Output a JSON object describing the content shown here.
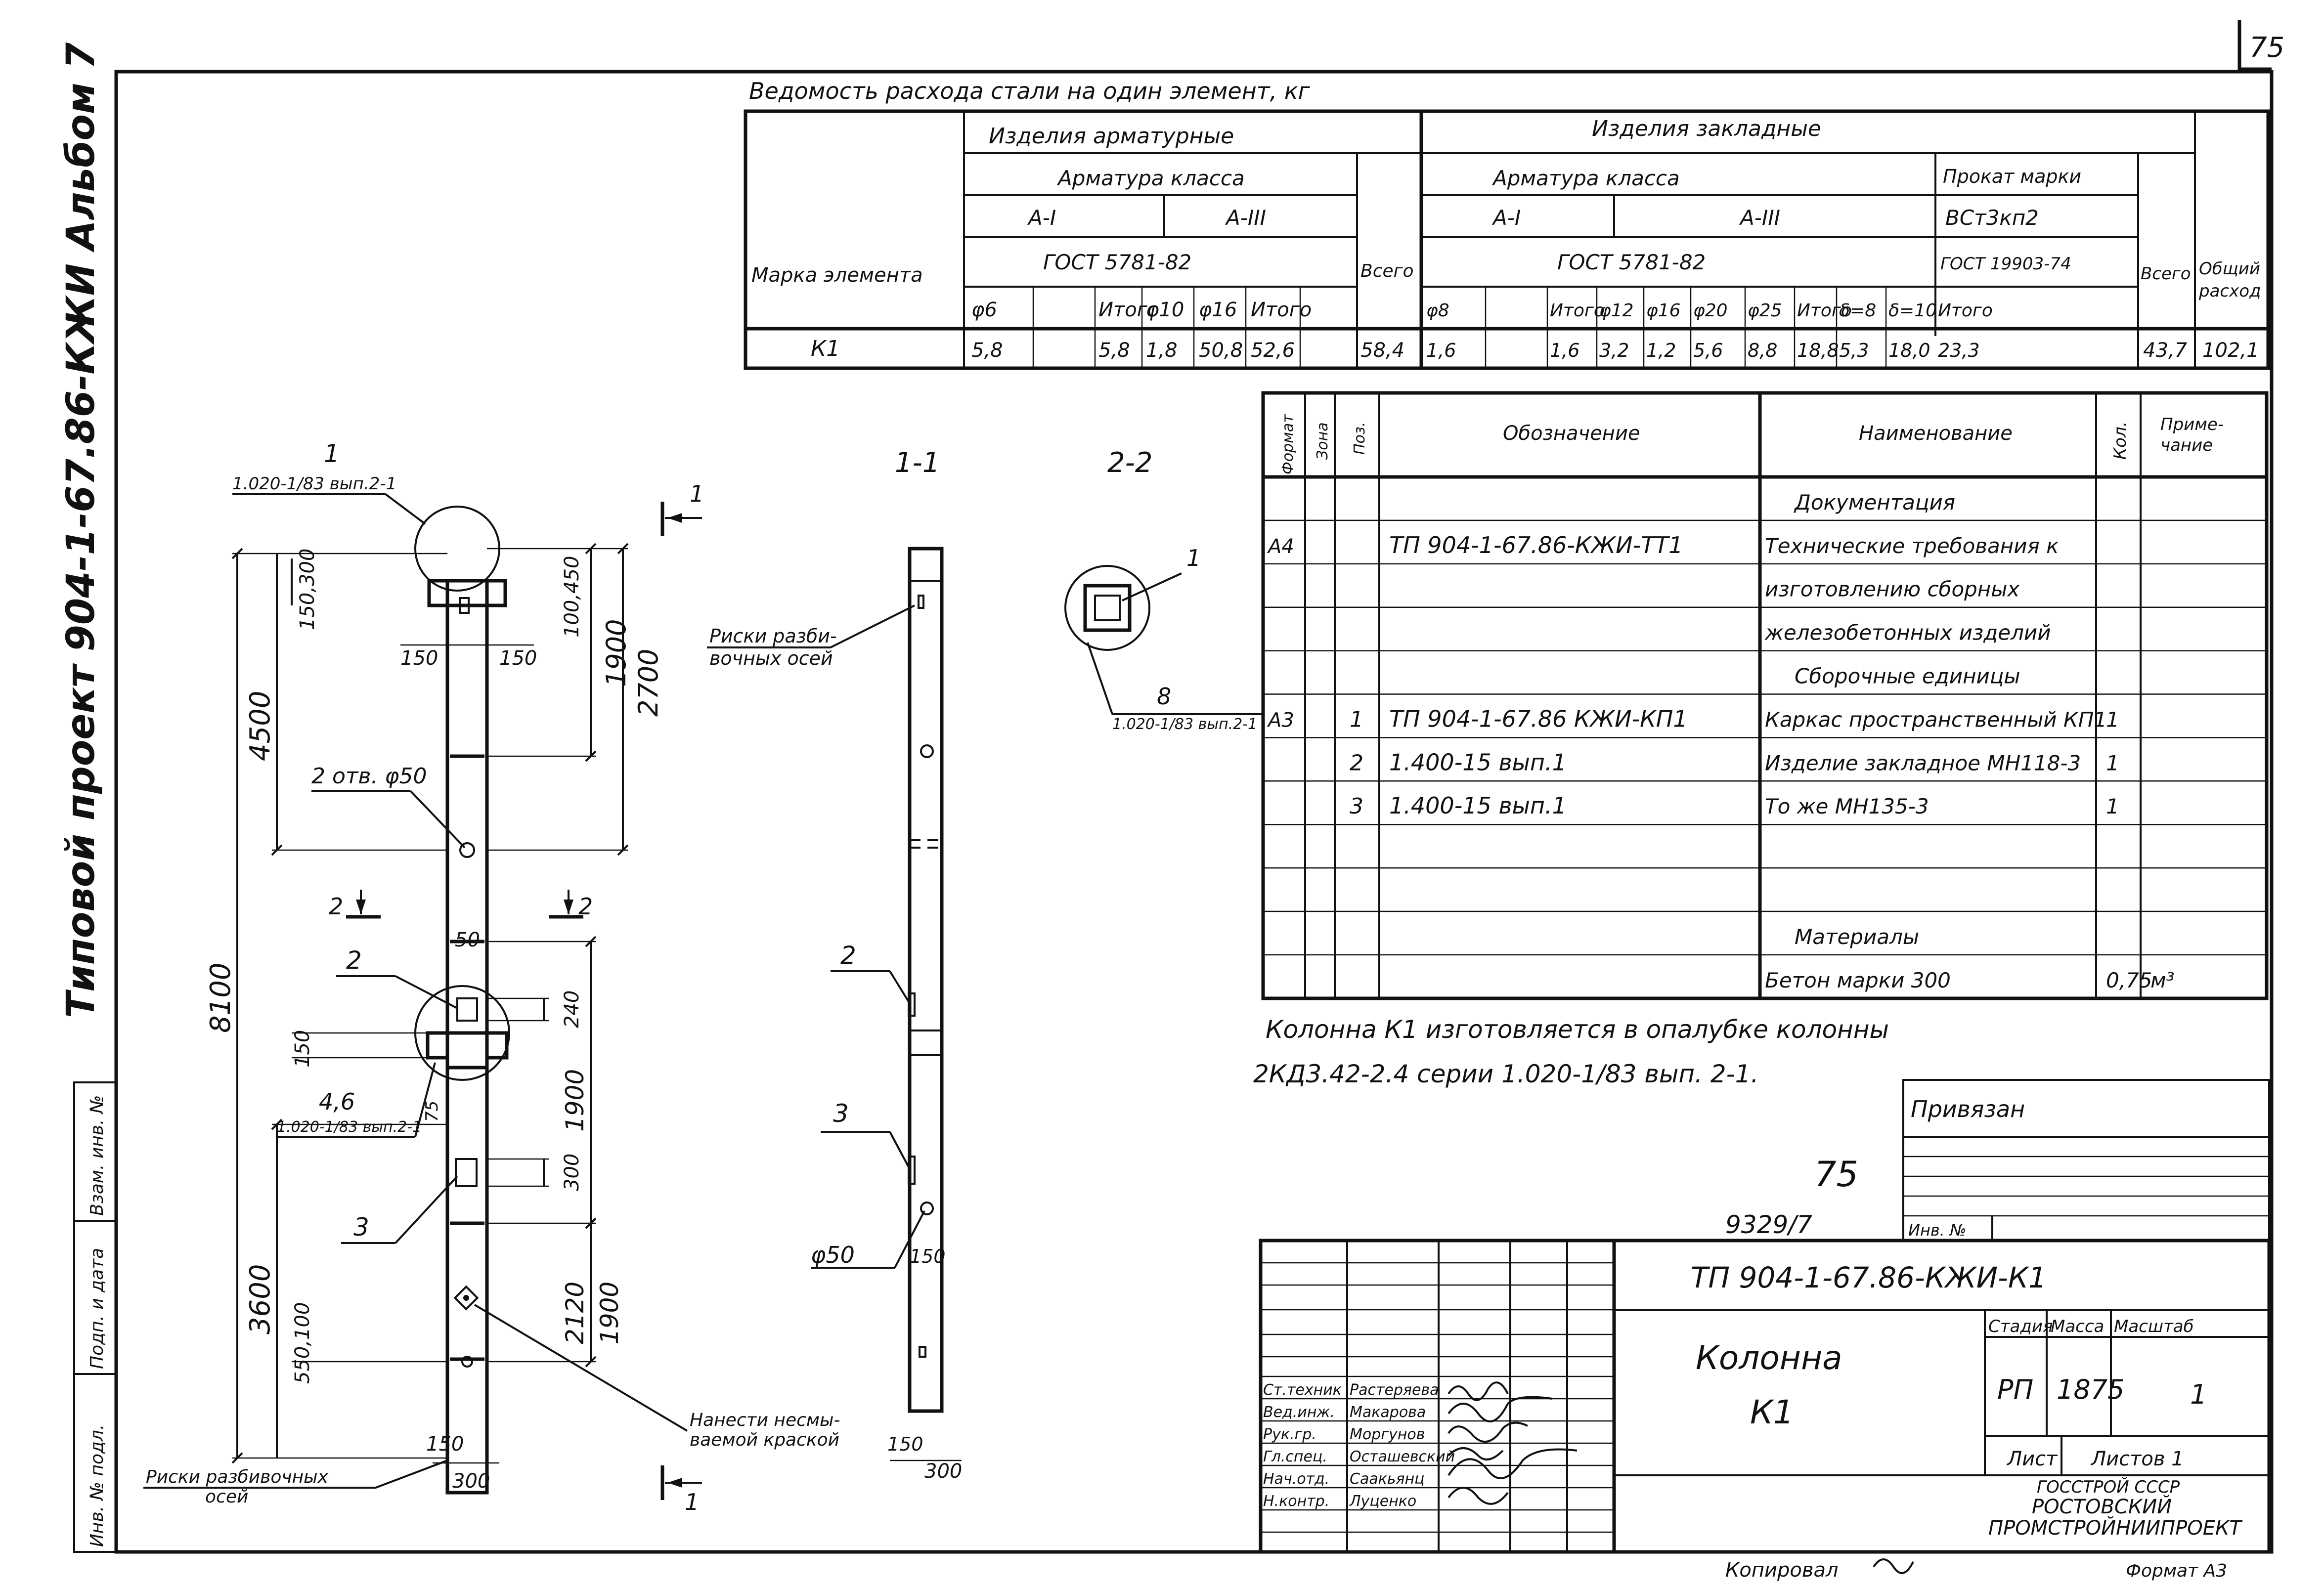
{
  "page": {
    "sheet_number": "75",
    "album_vertical": "Типовой проект 904-1-67.86-КЖИ Альбом 7",
    "copied_by": "Копировал",
    "format": "Формат А3",
    "archive_number": "9329/7",
    "handwritten_number": "75"
  },
  "side_stamp": {
    "cells": [
      "Инв. № подл.",
      "Подп. и дата",
      "Взам. инв. №"
    ]
  },
  "steel_table": {
    "title": "Ведомость расхода стали на один элемент, кг",
    "row_header": "Марка элемента",
    "armature_group": "Изделия арматурные",
    "embedded_group": "Изделия закладные",
    "armature_class": "Арматура класса",
    "prokat_mark": "Прокат марки",
    "class_a1": "А-I",
    "class_a3": "А-III",
    "vst": "ВСт3кп2",
    "gost_5781": "ГОСТ 5781-82",
    "gost_5781b": "ГОСТ 5781-82",
    "gost_19903": "ГОСТ 19903-74",
    "total": "Всего",
    "total2": "Всего",
    "general": "Общий расход",
    "sub_a": [
      "φ6",
      "",
      "Итого",
      "φ10",
      "φ16",
      "Итого"
    ],
    "sub_b": [
      "φ8",
      "",
      "Итого",
      "φ12",
      "φ16",
      "φ20",
      "φ25",
      "Итого",
      "δ=8",
      "δ=10",
      "Итого"
    ],
    "row": {
      "mark": "К1",
      "a": [
        "5,8",
        "",
        "5,8",
        "1,8",
        "50,8",
        "52,6"
      ],
      "a_total": "58,4",
      "b": [
        "1,6",
        "",
        "1,6",
        "3,2",
        "1,2",
        "5,6",
        "8,8",
        "18,8",
        "5,3",
        "18,0",
        "23,3"
      ],
      "b_total": "43,7",
      "general": "102,1"
    }
  },
  "spec_table": {
    "headers": [
      "Формат",
      "Зона",
      "Поз.",
      "Обозначение",
      "Наименование",
      "Кол.",
      "Примечание"
    ],
    "rows": [
      {
        "format": "",
        "zone": "",
        "pos": "",
        "designation": "",
        "name": "Документация",
        "qty": "",
        "note": ""
      },
      {
        "format": "А4",
        "zone": "",
        "pos": "",
        "designation": "ТП 904-1-67.86-КЖИ-ТТ1",
        "name": "Технические требования к",
        "qty": "",
        "note": ""
      },
      {
        "format": "",
        "zone": "",
        "pos": "",
        "designation": "",
        "name": "изготовлению сборных",
        "qty": "",
        "note": ""
      },
      {
        "format": "",
        "zone": "",
        "pos": "",
        "designation": "",
        "name": "железобетонных изделий",
        "qty": "",
        "note": ""
      },
      {
        "format": "",
        "zone": "",
        "pos": "",
        "designation": "",
        "name": "Сборочные единицы",
        "qty": "",
        "note": ""
      },
      {
        "format": "А3",
        "zone": "",
        "pos": "1",
        "designation": "ТП 904-1-67.86 КЖИ-КП1",
        "name": "Каркас пространственный КП1",
        "qty": "1",
        "note": ""
      },
      {
        "format": "",
        "zone": "",
        "pos": "2",
        "designation": "1.400-15 вып.1",
        "name": "Изделие закладное МН118-3",
        "qty": "1",
        "note": ""
      },
      {
        "format": "",
        "zone": "",
        "pos": "3",
        "designation": "1.400-15 вып.1",
        "name": "То же МН135-3",
        "qty": "1",
        "note": ""
      },
      {
        "format": "",
        "zone": "",
        "pos": "",
        "designation": "",
        "name": "",
        "qty": "",
        "note": ""
      },
      {
        "format": "",
        "zone": "",
        "pos": "",
        "designation": "",
        "name": "",
        "qty": "",
        "note": ""
      },
      {
        "format": "",
        "zone": "",
        "pos": "",
        "designation": "",
        "name": "Материалы",
        "qty": "",
        "note": ""
      },
      {
        "format": "",
        "zone": "",
        "pos": "",
        "designation": "",
        "name": "Бетон марки 300",
        "qty": "0,75",
        "note": "м³"
      }
    ]
  },
  "notes": {
    "line1": "Колонна К1 изготовляется в опалубке колонны",
    "line2": "2КД3.42-2.4 серии 1.020-1/83 вып. 2-1."
  },
  "privyazan": {
    "label": "Привязан",
    "inv": "Инв. №"
  },
  "title_block": {
    "code": "ТП 904-1-67.86-КЖИ-К1",
    "name_line1": "Колонна",
    "name_line2": "К1",
    "stage_label": "Стадия",
    "mass_label": "Масса",
    "scale_label": "Масштаб",
    "stage": "РП",
    "mass": "1875",
    "scale": "1",
    "sheet_label": "Лист",
    "sheets_label": "Листов 1",
    "org1": "ГОССТРОЙ СССР",
    "org2": "РОСТОВСКИЙ",
    "org3": "ПРОМСТРОЙНИИПРОЕКТ",
    "roles": [
      "Ст.техник",
      "Вед.инж.",
      "Рук.гр.",
      "Гл.спец.",
      "Нач.отд.",
      "Н.контр."
    ],
    "people": [
      "Растеряева",
      "Макарова",
      "Моргунов",
      "Осташевский",
      "Саакьянц",
      "Луценко"
    ]
  },
  "drawing": {
    "callout1_ref": "1.020-1/83 вып.2-1",
    "callout1_num": "1",
    "callout2_num": "2",
    "callout3_num": "3",
    "callout46_num": "4,6",
    "callout46_ref": "1.020-1/83 вып.2-1",
    "callout8_num": "8",
    "callout8_ref": "1.020-1/83 вып.2-1",
    "callout_2_2_1": "1",
    "section_1_1": "1-1",
    "section_2_2": "2-2",
    "section_mark": "1",
    "section_mark_b": "1",
    "cut_mark_left": "2",
    "cut_mark_right": "2",
    "holes_label": "2 отв. φ50",
    "hole_label_side": "φ50",
    "axes_label_1": "Риски разбивочных осей",
    "axes_label_2": "Риски разбивочных осей",
    "paint_label_1": "Нанести несмы-",
    "paint_label_2": "ваемой краской",
    "side_callout_2": "2",
    "side_callout_3": "3",
    "dims": {
      "d8100": "8100",
      "d4500": "4500",
      "d3600": "3600",
      "d2700": "2700",
      "d1900a": "1900",
      "d1900b": "1900",
      "d1900c": "1900",
      "d2120": "2120",
      "d150_300": "150,300",
      "d100_450": "100,450",
      "d150a": "150",
      "d150b": "150",
      "d50": "50",
      "d240": "240",
      "d150c": "150",
      "d75": "75",
      "d300a": "300",
      "d550_100": "550,100",
      "d150d": "150",
      "d300b": "300",
      "d150e": "150",
      "d300c": "300",
      "d150f": "150"
    }
  }
}
